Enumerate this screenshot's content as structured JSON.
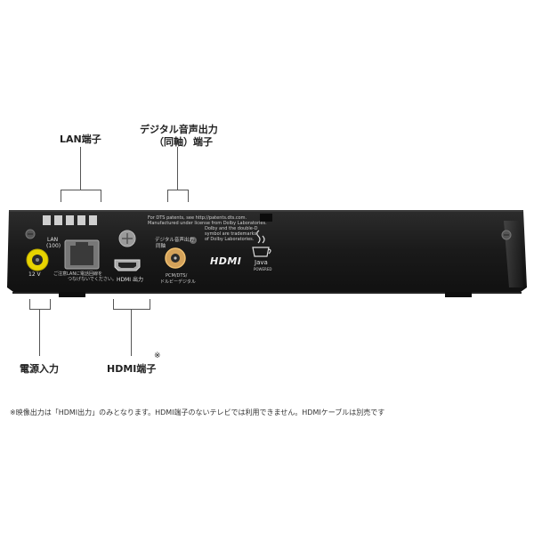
{
  "callouts": {
    "lan": "LAN端子",
    "digital_audio_line1": "デジタル音声出力",
    "digital_audio_line2": "（同軸）端子",
    "power": "電源入力",
    "hdmi": "HDMI端子",
    "hdmi_mark": "※"
  },
  "device": {
    "lan_label_1": "LAN",
    "lan_label_2": "(100)",
    "voltage": "12 V",
    "lan_note_1": "ご注意",
    "lan_note_2": "LANに電話回線を",
    "lan_note_3": "つなげないでください。",
    "hdmi_port_label": "HDMI 出力",
    "digital_port_label_1": "デジタル音声出力",
    "digital_port_label_2": "同軸",
    "coax_caption_1": "PCM/DTS/",
    "coax_caption_2": "ドルビーデジタル",
    "legal_text": [
      "For DTS patents, see http://patents.dts.com.",
      "Manufactured under license from Dolby Laboratories.",
      "Dolby and the double-D",
      "symbol are trademarks",
      "of Dolby Laboratories."
    ],
    "hdmi_logo": "HDMI",
    "java_label": "Java",
    "java_powered": "POWERED"
  },
  "footnote": "※映像出力は「HDMI出力」のみとなります。HDMI端子のないテレビでは利用できません。HDMIケーブルは別売です",
  "colors": {
    "body": "#1a1a1a",
    "power_jack": "#e8d400",
    "coax_jack": "#d4a25a",
    "leader_line": "#555555"
  }
}
